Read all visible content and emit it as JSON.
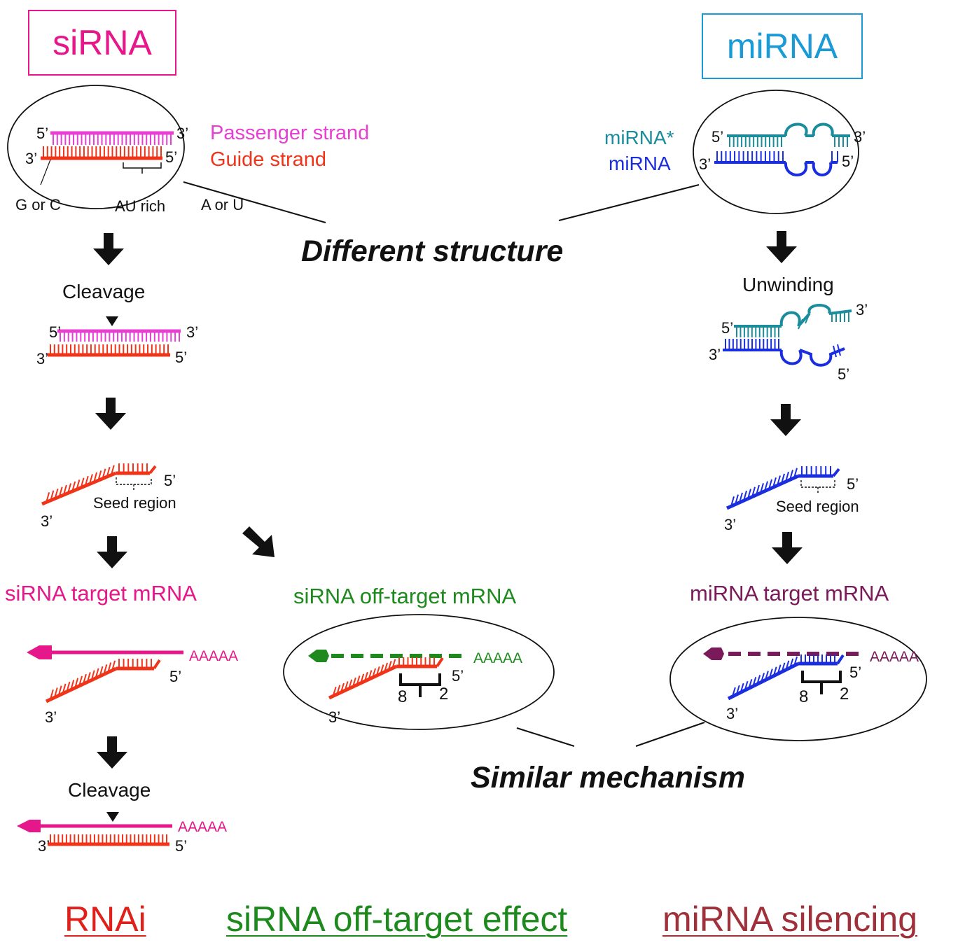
{
  "colors": {
    "sirna": "#e5178a",
    "mirna": "#1a9ad6",
    "passenger": "#e63fd2",
    "guide": "#f0341a",
    "mirna_star": "#1a8c9c",
    "mirna_strand": "#1a2ee0",
    "off_target": "#1e8a1e",
    "mirna_target": "#7a1a5a",
    "rnai_footer": "#e0201a",
    "mirna_footer": "#a0303a",
    "black": "#111111"
  },
  "titles": {
    "sirna": "siRNA",
    "mirna": "miRNA"
  },
  "sirna_panel": {
    "passenger_label": "Passenger strand",
    "guide_label": "Guide strand",
    "g_or_c": "G or C",
    "au_rich": "AU rich",
    "a_or_u": "A or U",
    "cleavage_1": "Cleavage",
    "seed_region": "Seed region",
    "target_label": "siRNA target mRNA",
    "cleavage_2": "Cleavage",
    "poly_a_1": "AAAAA",
    "poly_a_2": "AAAAA"
  },
  "mirna_panel": {
    "mirna_star_label": "miRNA*",
    "mirna_label": "miRNA",
    "unwinding": "Unwinding",
    "seed_region": "Seed region",
    "target_label": "miRNA target mRNA",
    "poly_a": "AAAAA",
    "seed_start": "2",
    "seed_end": "8"
  },
  "offtarget_panel": {
    "label": "siRNA off-target mRNA",
    "poly_a": "AAAAA",
    "seed_start": "2",
    "seed_end": "8"
  },
  "center": {
    "different_structure": "Different structure",
    "similar_mechanism": "Similar mechanism"
  },
  "ends": {
    "five": "5’",
    "three": "3’"
  },
  "footer": {
    "rnai": "RNAi",
    "offtarget_effect": "siRNA off-target effect",
    "mirna_silencing": "miRNA silencing"
  }
}
